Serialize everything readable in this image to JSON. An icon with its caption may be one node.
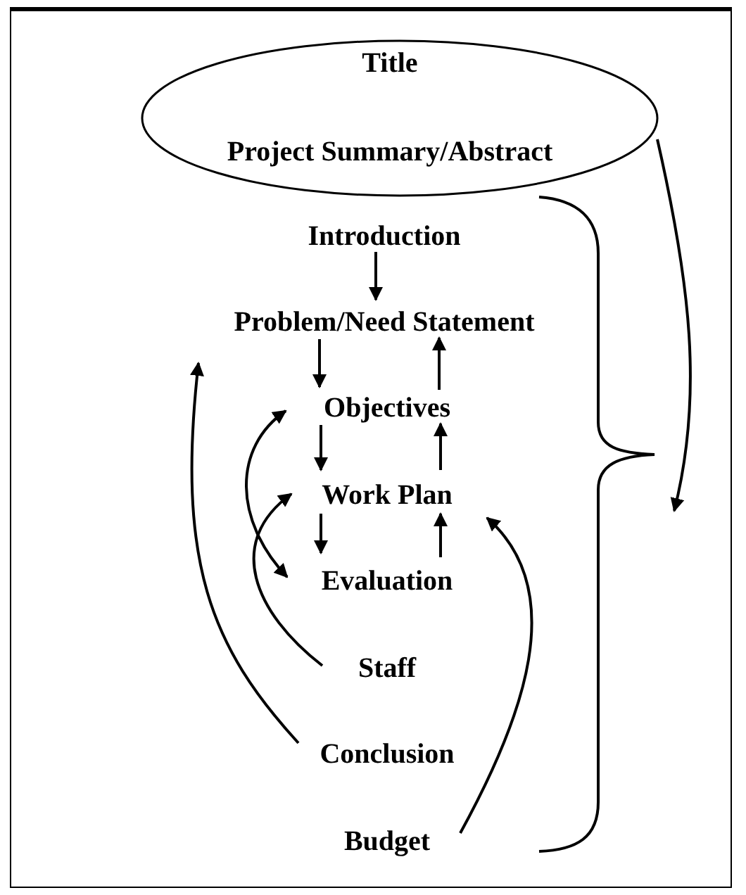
{
  "diagram": {
    "nodes": [
      {
        "text": [
          "Title",
          "Project Summary/Abstract"
        ]
      },
      {
        "text": [
          "Introduction"
        ]
      },
      {
        "text": [
          "Problem/Need Statement"
        ]
      },
      {
        "text": [
          "Objectives"
        ]
      },
      {
        "text": [
          "Work Plan"
        ]
      },
      {
        "text": [
          "Evaluation"
        ]
      },
      {
        "text": [
          "Staff"
        ]
      },
      {
        "text": [
          "Conclusion"
        ]
      },
      {
        "text": [
          "Budget"
        ]
      },
      {
        "text": [],
        "shape": "brace"
      }
    ],
    "edges": [
      {
        "from": 1,
        "to": 2,
        "arrow": "to"
      },
      {
        "from": 2,
        "to": 3,
        "arrow": "to"
      },
      {
        "from": 3,
        "to": 2,
        "arrow": "to"
      },
      {
        "from": 3,
        "to": 4,
        "arrow": "to"
      },
      {
        "from": 4,
        "to": 3,
        "arrow": "to"
      },
      {
        "from": 4,
        "to": 5,
        "arrow": "to"
      },
      {
        "from": 5,
        "to": 4,
        "arrow": "to"
      },
      {
        "from": 3,
        "to": 5,
        "arrow": "both"
      },
      {
        "from": 6,
        "to": 4,
        "arrow": "to"
      },
      {
        "from": 7,
        "to": 2,
        "arrow": "to"
      },
      {
        "from": 8,
        "to": 4,
        "arrow": "to"
      },
      {
        "from": 0,
        "to": 9,
        "arrow": "to"
      }
    ]
  }
}
